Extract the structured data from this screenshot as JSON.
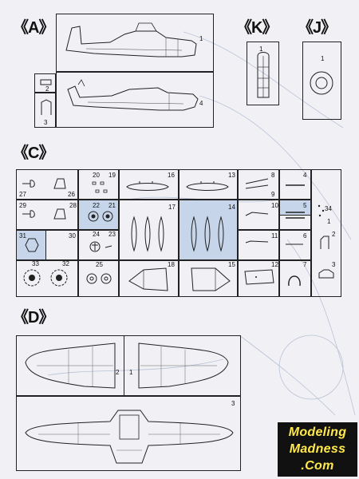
{
  "sections": {
    "A": "《A》",
    "K": "《K》",
    "J": "《J》",
    "C": "《C》",
    "D": "《D》"
  },
  "partsA": [
    "1",
    "2",
    "3",
    "4"
  ],
  "partsK": [
    "1"
  ],
  "partsJ": [
    "1"
  ],
  "partsC": [
    "27",
    "26",
    "20",
    "19",
    "16",
    "13",
    "8",
    "9",
    "4",
    "29",
    "28",
    "22",
    "21",
    "17",
    "14",
    "10",
    "5",
    "34",
    "1",
    "31",
    "30",
    "24",
    "23",
    "11",
    "6",
    "2",
    "33",
    "32",
    "25",
    "18",
    "15",
    "12",
    "7",
    "3"
  ],
  "partsD": [
    "2",
    "1",
    "3"
  ],
  "logo": {
    "line1": "Modeling",
    "line2": "Madness",
    "line3": ".Com"
  },
  "colors": {
    "highlight": "#c6d5ea",
    "logo_bg": "#111111",
    "logo_text": "#ffe94a"
  }
}
